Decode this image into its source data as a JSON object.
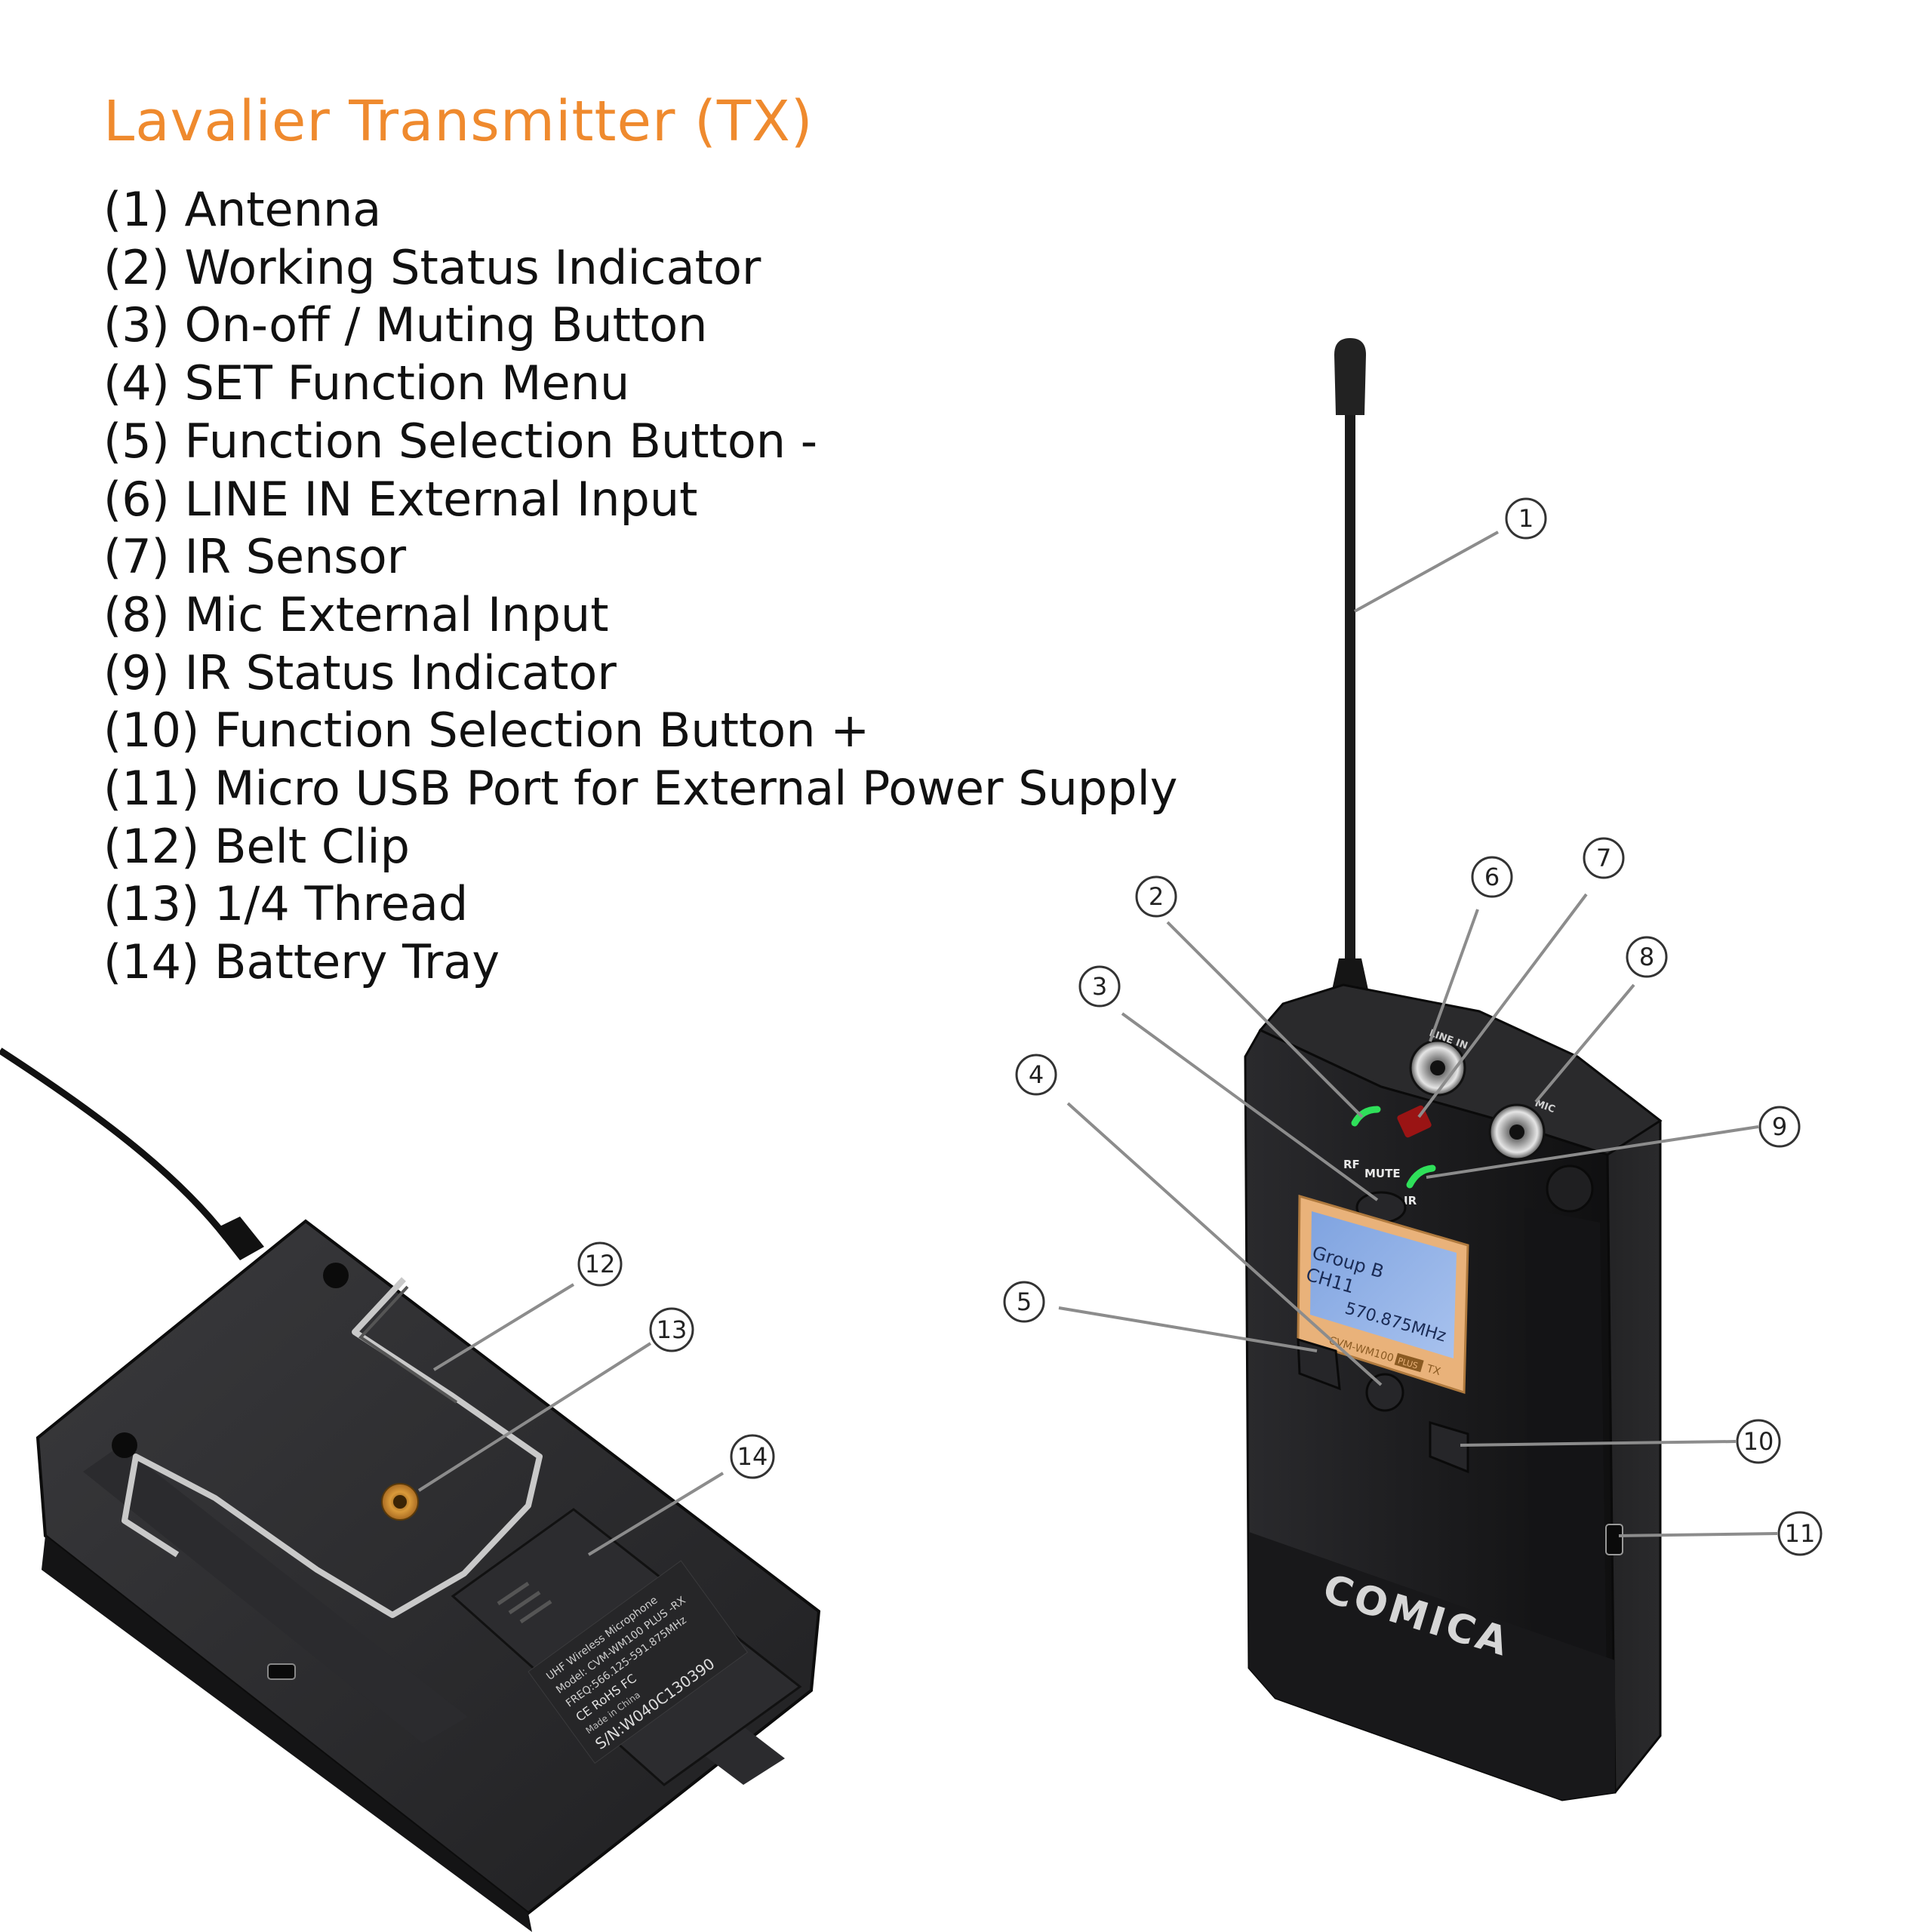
{
  "title": "Lavalier Transmitter (TX)",
  "parts": [
    "(1) Antenna",
    "(2) Working Status Indicator",
    "(3) On-off / Muting Button",
    "(4) SET Function Menu",
    "(5) Function Selection Button -",
    "(6) LINE IN External Input",
    "(7) IR Sensor",
    "(8) Mic External Input",
    "(9) IR Status Indicator",
    "(10) Function Selection Button +",
    "(11) Micro USB Port for External Power Supply",
    "(12) Belt Clip",
    "(13) 1/4 Thread",
    "(14) Battery Tray"
  ],
  "callout_numbers": [
    "1",
    "2",
    "3",
    "4",
    "5",
    "6",
    "7",
    "8",
    "9",
    "10",
    "11",
    "12",
    "13",
    "14"
  ],
  "device": {
    "brand": "COMICA",
    "top_labels": {
      "rf": "RF",
      "mute": "MUTE",
      "ir": "IR",
      "line_in": "LINE IN",
      "mic": "MIC"
    },
    "lcd": {
      "row1": "Group B",
      "row2": "CH11",
      "frequency": "570.875MHz",
      "model": "CVM-WM100",
      "badge": "PLUS",
      "suffix": "TX"
    },
    "back_label": {
      "line1": "UHF Wireless Microphone",
      "line2": "Model: CVM-WM100 PLUS -RX",
      "line3": "FREQ:566.125-591.875MHz",
      "line4": "CE RoHS FC",
      "line5": "Made in China",
      "serial": "S/N:W040C130390"
    }
  },
  "colors": {
    "title": "#ef8a2e",
    "device_body": "#1b1b1d",
    "lcd_orange": "#e9b27a",
    "lcd_blue": "#8fb0e6",
    "led_green": "#2fe05a",
    "ir_red": "#9a1414"
  }
}
